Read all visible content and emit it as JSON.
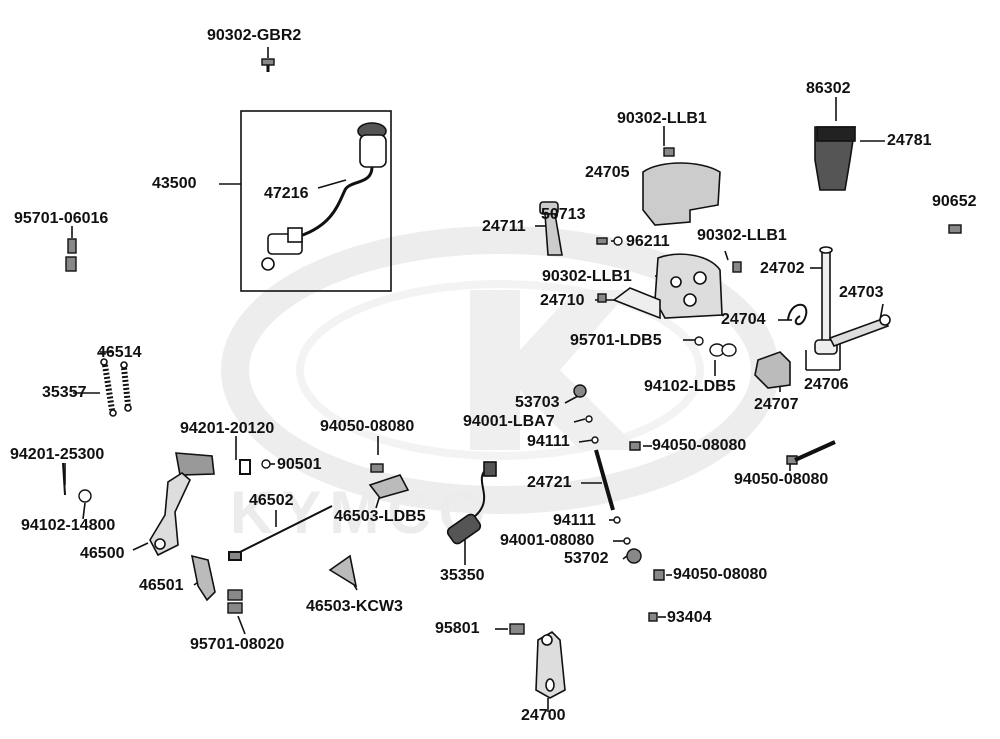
{
  "watermark": {
    "brand_text": "KYMCO"
  },
  "parts": {
    "p90302_gbr2": "90302-GBR2",
    "p43500": "43500",
    "p47216": "47216",
    "p95701_06016": "95701-06016",
    "p86302": "86302",
    "p24781": "24781",
    "p90302_llb1_top": "90302-LLB1",
    "p24705": "24705",
    "p90652": "90652",
    "p24711": "24711",
    "p50713": "50713",
    "p96211": "96211",
    "p90302_llb1_right": "90302-LLB1",
    "p90302_llb1_mid": "90302-LLB1",
    "p24702": "24702",
    "p24710": "24710",
    "p24703": "24703",
    "p24704": "24704",
    "p95701_ldb5": "95701-LDB5",
    "p94102_ldb5": "94102-LDB5",
    "p24706": "24706",
    "p24707": "24707",
    "p46514": "46514",
    "p35357": "35357",
    "p53703": "53703",
    "p94001_lba7": "94001-LBA7",
    "p94201_20120": "94201-20120",
    "p94050_08080_a": "94050-08080",
    "p94111_top": "94111",
    "p94050_08080_b": "94050-08080",
    "p94201_25300": "94201-25300",
    "p90501": "90501",
    "p94050_08080_c": "94050-08080",
    "p24721": "24721",
    "p46502": "46502",
    "p46503_ldb5": "46503-LDB5",
    "p94102_14800": "94102-14800",
    "p94111_bot": "94111",
    "p94001_08080": "94001-08080",
    "p46500": "46500",
    "p53702": "53702",
    "p35350": "35350",
    "p94050_08080_d": "94050-08080",
    "p46501": "46501",
    "p46503_kcw3": "46503-KCW3",
    "p93404": "93404",
    "p95801": "95801",
    "p95701_08020": "95701-08020",
    "p24700": "24700"
  }
}
